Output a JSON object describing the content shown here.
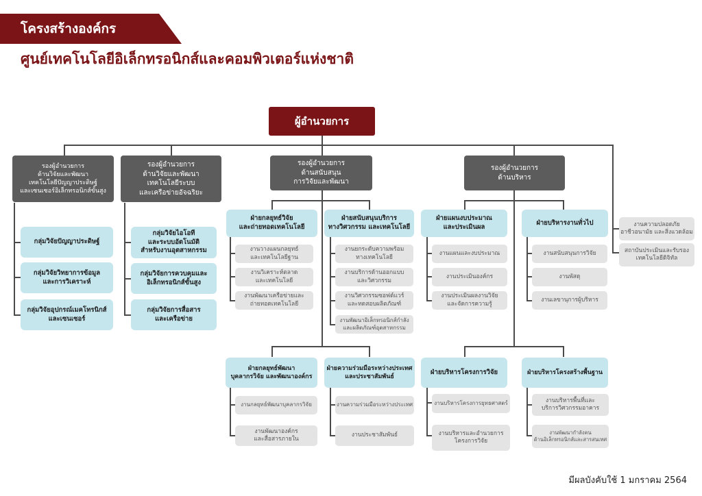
{
  "header": {
    "title": "โครงสร้างองค์กร",
    "subtitle": "ศูนย์เทคโนโลยีอิเล็กทรอนิกส์และคอมพิวเตอร์แห่งชาติ"
  },
  "director": "ผู้อำนวยการ",
  "deputies": [
    "รองผู้อำนวยการ\nด้านวิจัยและพัฒนา\nเทคโนโลยีปัญญาประดิษฐ์\nและเซนเซอร์อิเล็กทรอนิกส์ขั้นสูง",
    "รองผู้อำนวยการ\nด้านวิจัยและพัฒนา\nเทคโนโลยีระบบ\nและเครือข่ายอัจฉริยะ",
    "รองผู้อำนวยการ\nด้านสนับสนุน\nการวิจัยและพัฒนา",
    "รองผู้อำนวยการ\nด้านบริหาร"
  ],
  "research_groups_1": [
    "กลุ่มวิจัยปัญญาประดิษฐ์",
    "กลุ่มวิจัยวิทยาการข้อมูล\nและการวิเคราะห์",
    "กลุ่มวิจัยอุปกรณ์เมคโทรนิกส์\nและเซนเซอร์"
  ],
  "research_groups_2": [
    "กลุ่มวิจัยไอโอที\nและระบบอัตโนมัติ\nสำหรับงานอุตสาหกรรม",
    "กลุ่มวิจัยการควบคุมและ\nอิเล็กทรอนิกส์ขั้นสูง",
    "กลุ่มวิจัยการสื่อสาร\nและเครือข่าย"
  ],
  "support_divisions": [
    {
      "name": "ฝ่ายกลยุทธ์วิจัย\nและถ่ายทอดเทคโนโลยี",
      "units": [
        "งานวางแผนกลยุทธ์\nและเทคโนโลยีฐาน",
        "งานวิเคราะห์ตลาด\nและเทคโนโลยี",
        "งานพัฒนาเครือข่ายและ\nถ่ายทอดเทคโนโลยี"
      ]
    },
    {
      "name": "ฝ่ายสนับสนุนบริการ\nทางวิศวกรรม และเทคโนโลยี",
      "units": [
        "งานยกระดับความพร้อม\nทางเทคโนโลยี",
        "งานบริการด้านออกแบบ\nและวิศวกรรม",
        "งานวิศวกรรมซอฟต์แวร์\nและทดสอบผลิตภัณฑ์",
        "งานพัฒนาอิเล็กทรอนิกส์กำลัง\nและผลิตภัณฑ์อุตสาหกรรม"
      ]
    },
    {
      "name": "ฝ่ายกลยุทธ์พัฒนา\nบุคลากรวิจัย และพัฒนาองค์กร",
      "units": [
        "งานกลยุทธ์พัฒนาบุคลากรวิจัย",
        "งานพัฒนาองค์กร\nและสื่อสารภายใน"
      ]
    },
    {
      "name": "ฝ่ายความร่วมมือระหว่างประเทศ\nและประชาสัมพันธ์",
      "units": [
        "งานความร่วมมือระหว่างประเทศ",
        "งานประชาสัมพันธ์"
      ]
    }
  ],
  "admin_divisions": [
    {
      "name": "ฝ่ายแผนงบประมาณ\nและประเมินผล",
      "units": [
        "งานแผนและงบประมาณ",
        "งานประเมินองค์กร",
        "งานประเมินผลงานวิจัย\nและจัดการความรู้"
      ]
    },
    {
      "name": "ฝ่ายบริหารงานทั่วไป",
      "units": [
        "งานสนับสนุนการวิจัย",
        "งานพัสดุ",
        "งานเลขานุการผู้บริหาร"
      ]
    },
    {
      "name": "ฝ่ายบริหารโครงการวิจัย",
      "units": [
        "งานบริหารโครงการยุทธศาสตร์",
        "งานบริหารและอำนวยการ\nโครงการวิจัย"
      ]
    },
    {
      "name": "ฝ่ายบริหารโครงสร้างพื้นฐาน",
      "units": [
        "งานบริหารพื้นที่และ\nบริการวิศวกรรมอาคาร",
        "งานพัฒนากำลังคน\nด้านอิเล็กทรอนิกส์และสารสนเทศ"
      ]
    }
  ],
  "direct_units": [
    "งานความปลอดภัย\nอาชีวอนามัย และสิ่งแวดล้อม",
    "สถาบันประเมินและรับรอง\nเทคโนโลยีดิจิทัล"
  ],
  "footer": "มีผลบังคับใช้ 1 มกราคม 2564",
  "colors": {
    "maroon": "#7a1417",
    "deputy_gray": "#5c5c5c",
    "light_blue": "#c6e6ee",
    "unit_gray": "#e4e4e4"
  }
}
